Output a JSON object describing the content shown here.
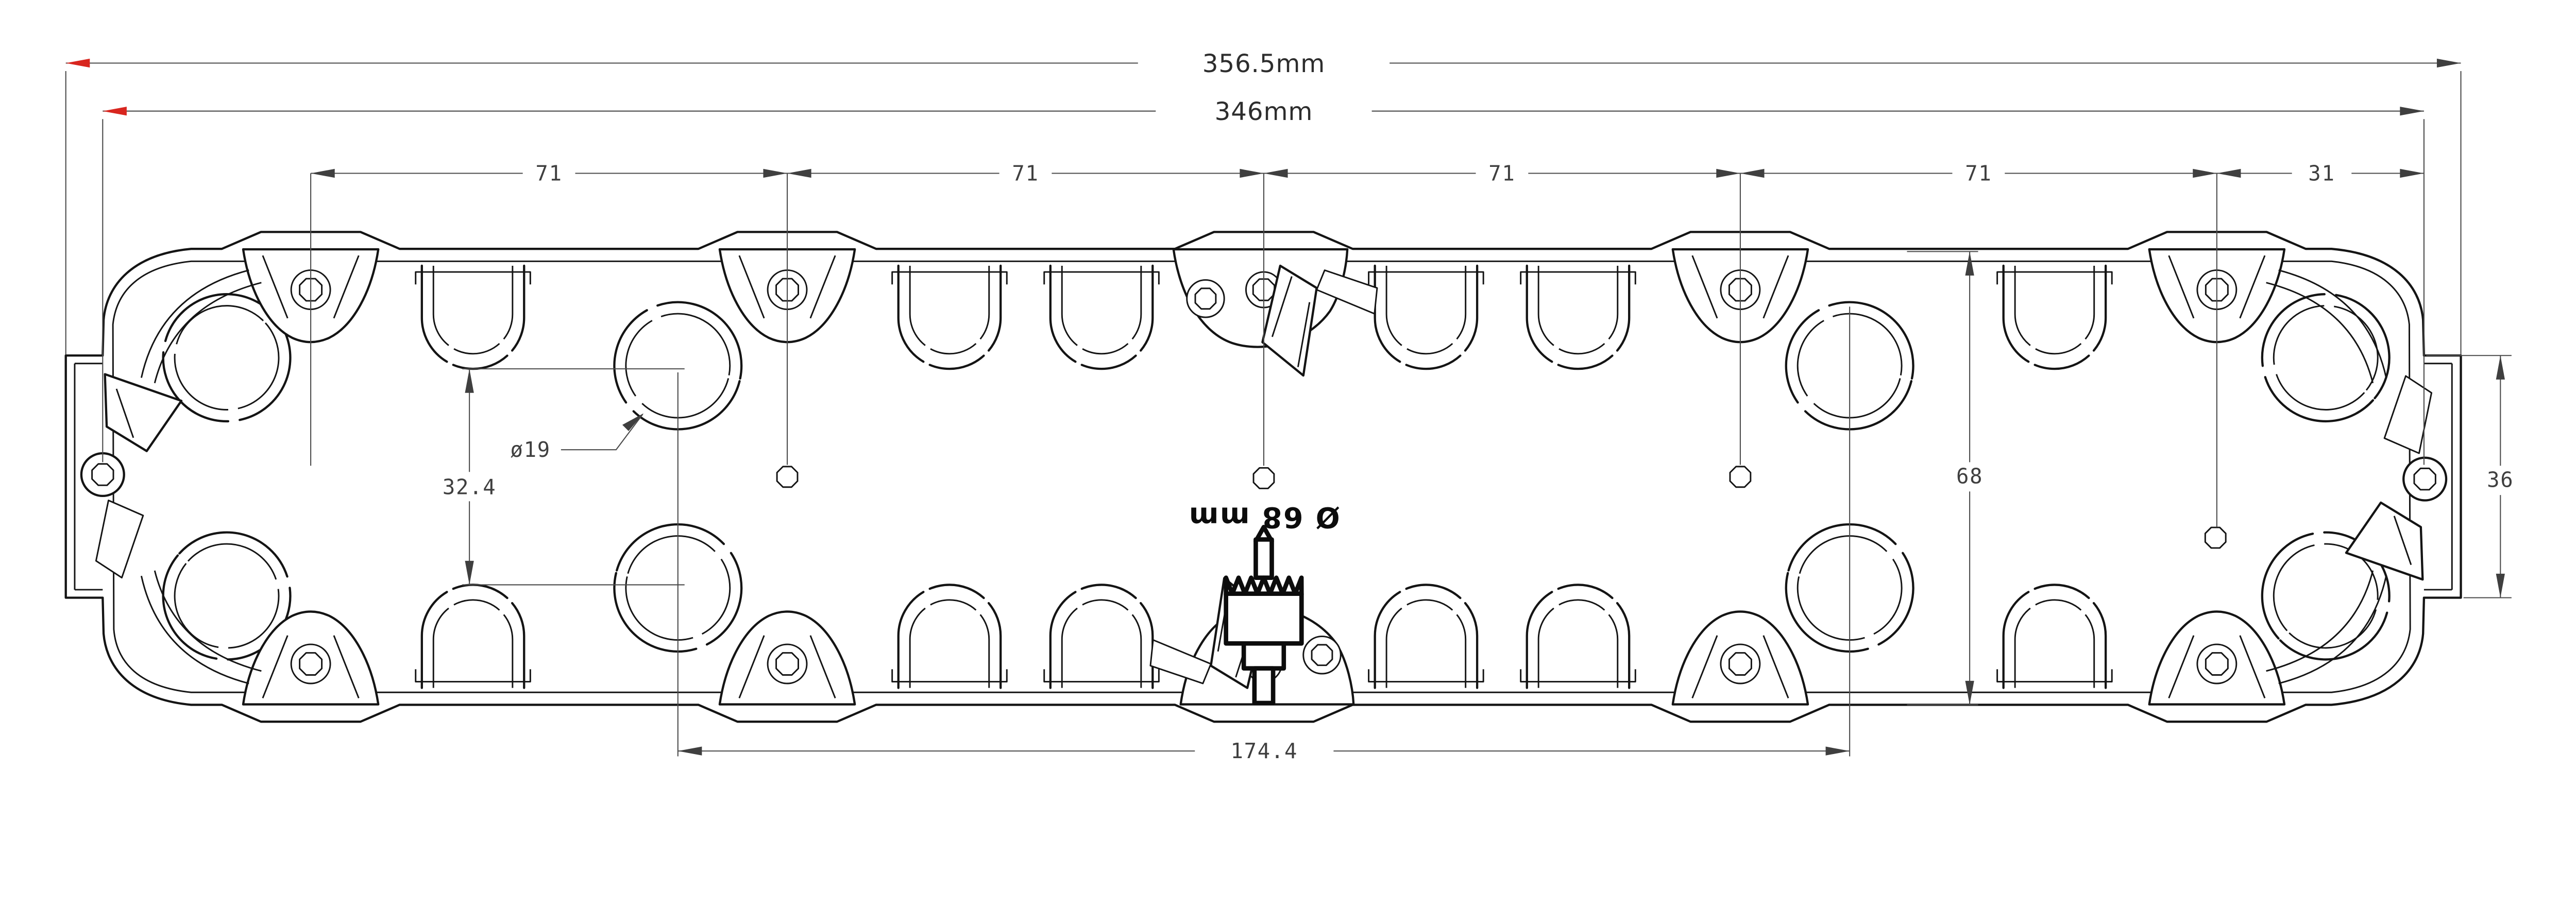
{
  "drawing": {
    "type": "technical-dimension-drawing",
    "subject": "5-gang flush-mount electrical back box, front view",
    "colors": {
      "line": "#141414",
      "dimension": "#4a4a4a",
      "accent_arrow_red": "#d8261f",
      "background": "#ffffff"
    },
    "icons": [
      "hole-saw-drill-icon"
    ],
    "dimensions": {
      "overall_width": {
        "label": "356.5mm"
      },
      "body_width": {
        "label": "346mm"
      },
      "gang_spacing": {
        "labels": [
          "71",
          "71",
          "71",
          "71",
          "31"
        ]
      },
      "knockout_diameter": {
        "label": "ø19"
      },
      "knockout_row_gap": {
        "label": "32.4"
      },
      "knockout_column_span": {
        "label": "174.4"
      },
      "gang_depth": {
        "label": "68"
      },
      "end_flange_height": {
        "label": "36"
      },
      "hole_saw_note": {
        "label": "Ø 68 mm"
      }
    }
  }
}
